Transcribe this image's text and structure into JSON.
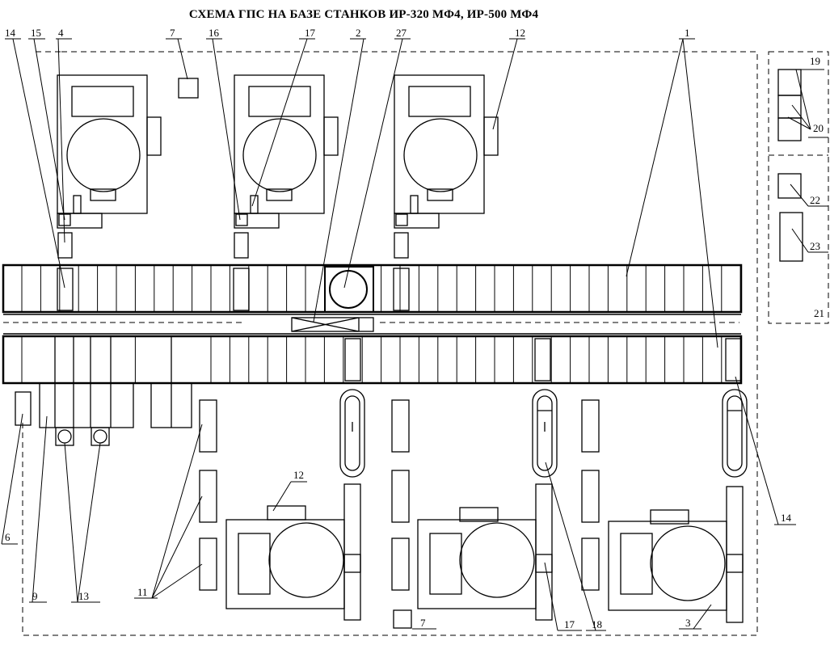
{
  "title": "СХЕМА ГПС НА БАЗЕ СТАНКОВ ИР-320 МФ4, ИР-500 МФ4",
  "labels": {
    "l14a": "14",
    "l15": "15",
    "l4": "4",
    "l7a": "7",
    "l16": "16",
    "l17a": "17",
    "l2": "2",
    "l27": "27",
    "l12a": "12",
    "l1": "1",
    "l19": "19",
    "l20": "20",
    "l22": "22",
    "l23": "23",
    "l21": "21",
    "l6": "6",
    "l9": "9",
    "l13": "13",
    "l11": "11",
    "l12b": "12",
    "l7b": "7",
    "l17b": "17",
    "l18": "18",
    "l3": "3",
    "l14b": "14"
  }
}
